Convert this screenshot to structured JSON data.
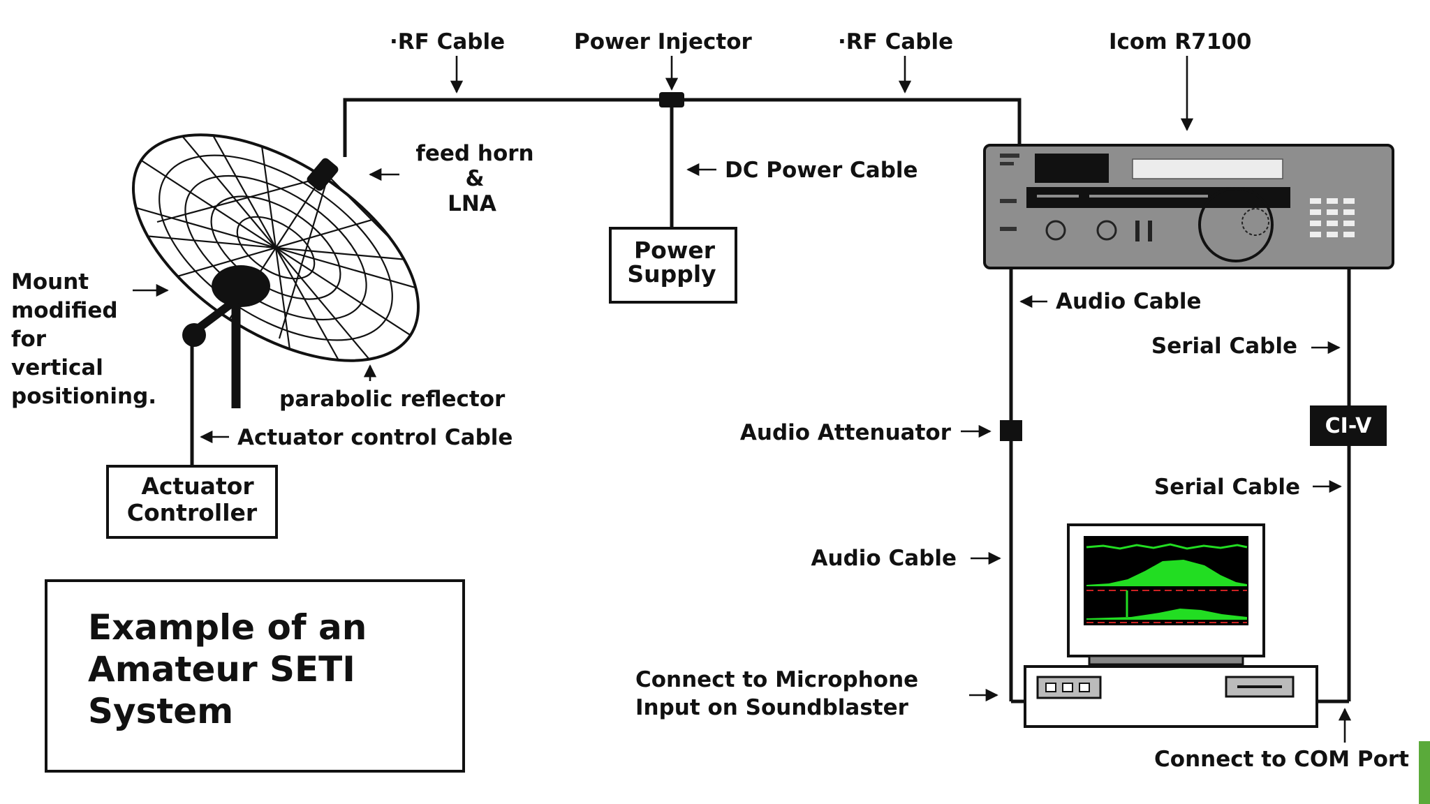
{
  "title": {
    "line1": "Example of an",
    "line2": "Amateur SETI",
    "line3": "System"
  },
  "labels": {
    "rf_cable_left": "·RF Cable",
    "power_injector": "Power Injector",
    "rf_cable_right": "·RF Cable",
    "icom": "Icom R7100",
    "feed_horn": "feed horn",
    "ampersand": "&",
    "lna": "LNA",
    "dc_power": "DC Power Cable",
    "power_supply_1": "Power",
    "power_supply_2": "Supply",
    "mount_1": "Mount",
    "mount_2": "modified",
    "mount_3": "for",
    "mount_4": "vertical",
    "mount_5": "positioning.",
    "parabolic": "parabolic reflector",
    "actuator_cable": "Actuator control Cable",
    "actuator_ctrl_1": "Actuator",
    "actuator_ctrl_2": "Controller",
    "audio_cable_top": "Audio Cable",
    "serial_cable_top": "Serial Cable",
    "audio_attenuator": "Audio Attenuator",
    "civ": "CI-V",
    "serial_cable_bottom": "Serial Cable",
    "audio_cable_bottom": "Audio Cable",
    "mic_1": "Connect to Microphone",
    "mic_2": "Input on Soundblaster",
    "com_port": "Connect to COM Port"
  },
  "colors": {
    "line": "#111111",
    "radio_body": "#8e8e8e",
    "spectrum_bg": "#000000",
    "spectrum_fill": "#22dd22",
    "spectrum_marker": "#cc2222",
    "edge_accent": "#5aaa3a"
  }
}
